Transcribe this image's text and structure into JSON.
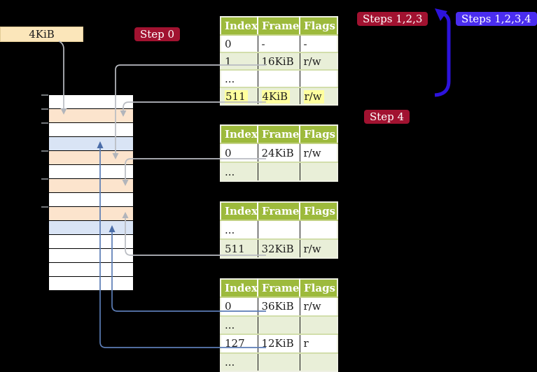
{
  "frame_box": {
    "label": "4KiB"
  },
  "badges": {
    "step0": {
      "label": "Step 0",
      "color": "#a11230"
    },
    "steps123": {
      "label": "Steps 1,2,3",
      "color": "#a11230"
    },
    "steps1234": {
      "label": "Steps 1,2,3,4",
      "color": "#4a2df0"
    },
    "step4": {
      "label": "Step 4",
      "color": "#a11230"
    }
  },
  "tables": [
    {
      "headers": [
        "Index",
        "Frame",
        "Flags"
      ],
      "rows": [
        {
          "cells": [
            "0",
            "-",
            "-"
          ]
        },
        {
          "cells": [
            "1",
            "16KiB",
            "r/w"
          ]
        },
        {
          "cells": [
            "...",
            "",
            ""
          ]
        },
        {
          "cells": [
            "511",
            "4KiB",
            "r/w"
          ],
          "highlighted": true
        }
      ]
    },
    {
      "headers": [
        "Index",
        "Frame",
        "Flags"
      ],
      "rows": [
        {
          "cells": [
            "0",
            "24KiB",
            "r/w"
          ]
        },
        {
          "cells": [
            "...",
            "",
            ""
          ]
        }
      ]
    },
    {
      "headers": [
        "Index",
        "Frame",
        "Flags"
      ],
      "rows": [
        {
          "cells": [
            "...",
            "",
            ""
          ]
        },
        {
          "cells": [
            "511",
            "32KiB",
            "r/w"
          ]
        }
      ]
    },
    {
      "headers": [
        "Index",
        "Frame",
        "Flags"
      ],
      "rows": [
        {
          "cells": [
            "0",
            "36KiB",
            "r/w"
          ]
        },
        {
          "cells": [
            "...",
            "",
            ""
          ]
        },
        {
          "cells": [
            "127",
            "12KiB",
            "r"
          ]
        },
        {
          "cells": [
            "...",
            "",
            ""
          ]
        }
      ]
    }
  ],
  "memory": {
    "row_colors": [
      "white",
      "peach",
      "white",
      "blue",
      "peach",
      "white",
      "peach",
      "white",
      "peach",
      "blue",
      "white",
      "white",
      "white",
      "white"
    ],
    "tick_positions": [
      136,
      156,
      176,
      216,
      256,
      296
    ]
  },
  "colors": {
    "background": "#000000",
    "table_header_green": "#9dba3c",
    "table_row_green": "#e9efd8",
    "highlight_yellow": "#ffff9e",
    "frame_box_tan": "#fbe6ba",
    "memory_peach": "#fce4cd",
    "memory_blue": "#d9e4f5",
    "badge_red": "#a11230",
    "badge_blue": "#4a2df0",
    "thick_arrow_blue": "#2d13dc",
    "thin_arrow_gray": "#b9bcc2",
    "thin_arrow_blue": "#5b7cb5"
  }
}
